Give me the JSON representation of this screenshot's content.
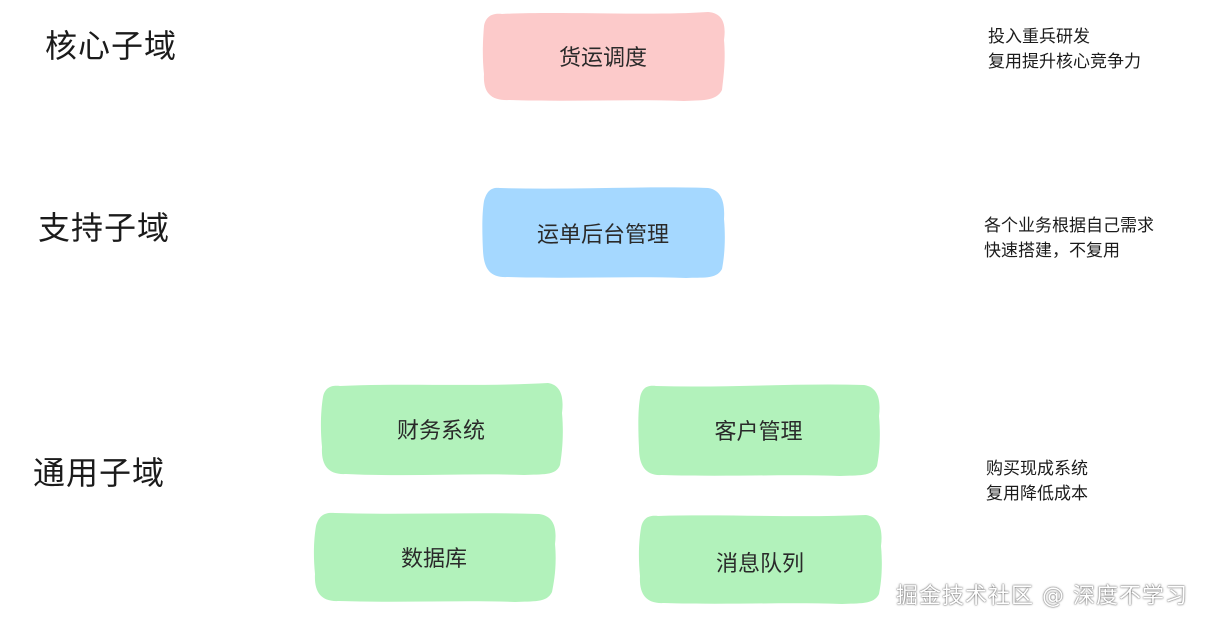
{
  "colors": {
    "core": "#fccaca",
    "support": "#a5d8ff",
    "generic": "#b2f2bb"
  },
  "tiers": {
    "core": {
      "label": "核心子域",
      "box": "货运调度",
      "note": [
        "投入重兵研发",
        "复用提升核心竞争力"
      ]
    },
    "support": {
      "label": "支持子域",
      "box": "运单后台管理",
      "note": [
        "各个业务根据自己需求",
        "快速搭建，不复用"
      ]
    },
    "generic": {
      "label": "通用子域",
      "boxes": [
        "财务系统",
        "客户管理",
        "数据库",
        "消息队列"
      ],
      "note": [
        "购买现成系统",
        "复用降低成本"
      ]
    }
  },
  "watermark": "掘金技术社区 @ 深度不学习"
}
